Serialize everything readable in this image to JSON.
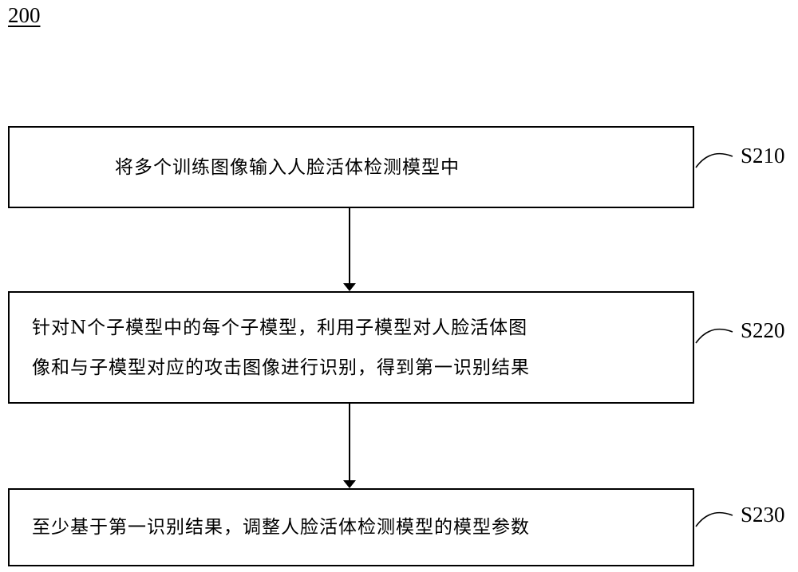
{
  "figure_number": "200",
  "steps": [
    {
      "label": "S210",
      "text": "将多个训练图像输入人脸活体检测模型中"
    },
    {
      "label": "S220",
      "text_lines": [
        "针对N个子模型中的每个子模型，利用子模型对人脸活体图",
        "像和与子模型对应的攻击图像进行识别，得到第一识别结果"
      ]
    },
    {
      "label": "S230",
      "text": "至少基于第一识别结果，调整人脸活体检测模型的模型参数"
    }
  ]
}
